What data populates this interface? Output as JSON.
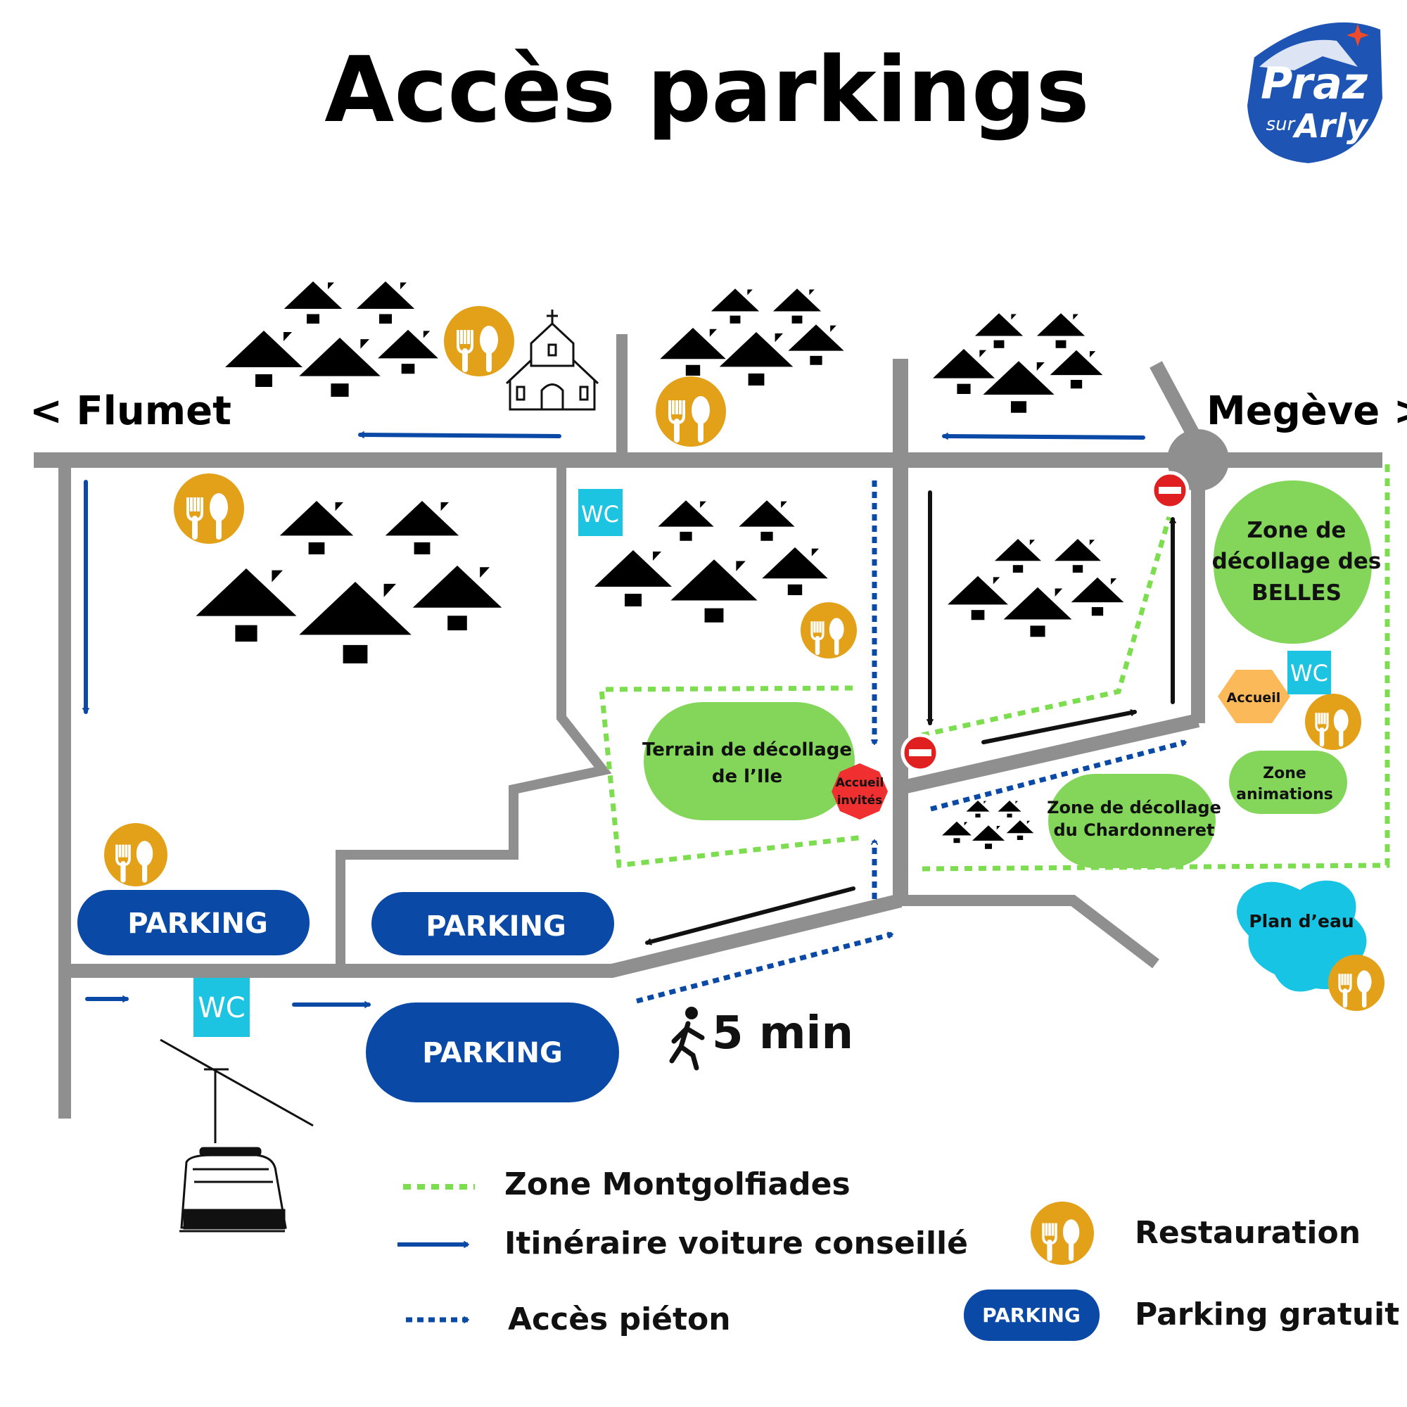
{
  "title": "Accès parkings",
  "logo": {
    "line1": "Praz",
    "line2": "sur",
    "line3": "Arly"
  },
  "directions": {
    "left": "< Flumet",
    "right": "Megève >"
  },
  "parkings": {
    "p1": "PARKING",
    "p2": "PARKING",
    "p3": "PARKING"
  },
  "wc": {
    "wc1": "WC",
    "wc2": "WC",
    "wc3": "WC"
  },
  "zones": {
    "ile_line1": "Terrain de décollage",
    "ile_line2": "de  l’Ile",
    "accueil_invites_1": "Accueil",
    "accueil_invites_2": "invités",
    "belles_line1": "Zone de",
    "belles_line2": "décollage des",
    "belles_line3": "BELLES",
    "accueil": "Accueil",
    "animations_line1": "Zone",
    "animations_line2": "animations",
    "chardonneret_line1": "Zone de décollage",
    "chardonneret_line2": "du Chardonneret",
    "plan_eau": "Plan d’eau"
  },
  "walk_time": "5 min",
  "legend": {
    "montgolfiades": "Zone Montgolfiades",
    "itineraire": "Itinéraire voiture conseillé",
    "acces_pieton": "Accès piéton",
    "restauration": "Restauration",
    "parking_badge": "PARKING",
    "parking_gratuit": "Parking gratuit"
  },
  "colors": {
    "road": "#8f8f8f",
    "parking_blue": "#0a49a6",
    "arrow_blue": "#0a49a6",
    "zone_green": "#83d65a",
    "zone_dots": "#7cdd4f",
    "restaurant_orange": "#e3a11a",
    "wc_cyan": "#1cc4e2",
    "lake_cyan": "#18c4e4",
    "no_entry_red": "#e02020",
    "accueil_orange": "#fbb95a"
  },
  "icons": [
    "restaurant-icon",
    "house-icon",
    "church-icon",
    "wc-icon",
    "no-entry-icon",
    "pedestrian-icon",
    "gondola-icon",
    "logo-star-icon"
  ]
}
